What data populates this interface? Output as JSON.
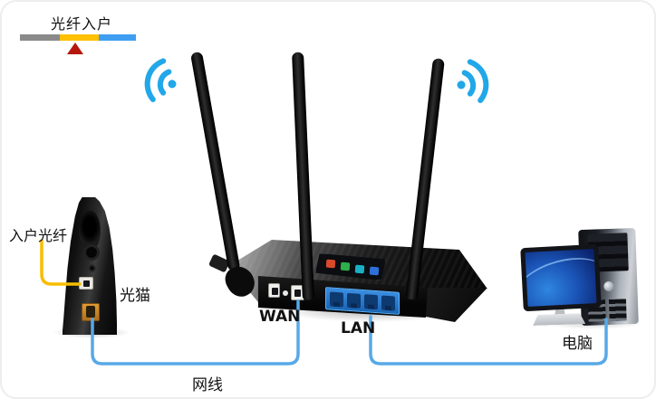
{
  "colors": {
    "bar_gray": "#8a8a8a",
    "bar_yellow": "#ffc000",
    "bar_blue": "#3f9ef2",
    "marker_red": "#b5170e",
    "cable_yellow": "#f7bd00",
    "cable_blue": "#57a9e8",
    "wifi_blue": "#22a7e8",
    "lan_blue": "#3a8de0"
  },
  "legend": {
    "title": "光纤入户"
  },
  "modem": {
    "fiber_cable_label": "入户光纤",
    "device_label": "光猫"
  },
  "router": {
    "wan_port_label": "WAN",
    "lan_port_label": "LAN",
    "lan_port_count": 4
  },
  "computer": {
    "device_label": "电脑"
  },
  "cables": {
    "ethernet_label": "网线"
  },
  "icons": {
    "wifi": "wifi-signal-icon"
  }
}
